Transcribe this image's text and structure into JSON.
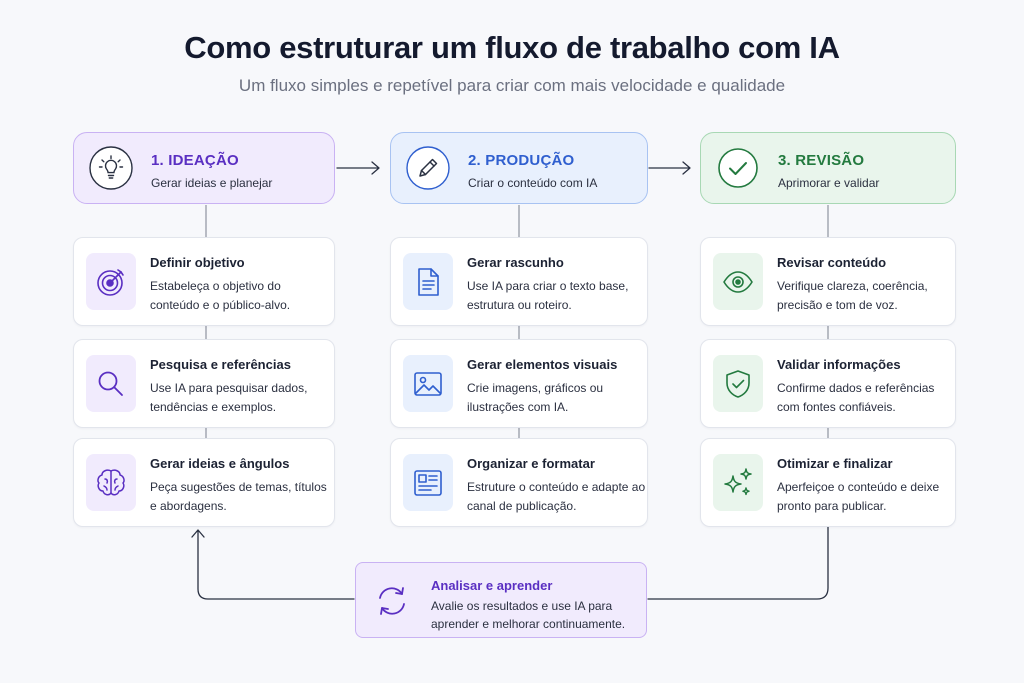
{
  "header": {
    "title": "Como estruturar um fluxo de trabalho com IA",
    "subtitle": "Um fluxo simples e repetível para criar com mais velocidade e qualidade"
  },
  "colors": {
    "ideation": "#5a2fc2",
    "production": "#2f5fcf",
    "review": "#237a3f"
  },
  "phases": [
    {
      "title": "1. IDEAÇÃO",
      "subtitle": "Gerar ideias e planejar",
      "icon": "lightbulb-icon",
      "steps": [
        {
          "title": "Definir objetivo",
          "description": "Estabeleça o objetivo do conteúdo e o público-alvo.",
          "icon": "target-icon"
        },
        {
          "title": "Pesquisa e referências",
          "description": "Use IA para pesquisar dados, tendências e exemplos.",
          "icon": "search-icon"
        },
        {
          "title": "Gerar ideias e ângulos",
          "description": "Peça sugestões de temas, títulos e abordagens.",
          "icon": "brain-icon"
        }
      ]
    },
    {
      "title": "2. PRODUÇÃO",
      "subtitle": "Criar o conteúdo com IA",
      "icon": "pencil-icon",
      "steps": [
        {
          "title": "Gerar rascunho",
          "description": "Use IA para criar o texto base, estrutura ou roteiro.",
          "icon": "document-icon"
        },
        {
          "title": "Gerar elementos visuais",
          "description": "Crie imagens, gráficos ou ilustrações com IA.",
          "icon": "image-icon"
        },
        {
          "title": "Organizar e formatar",
          "description": "Estruture o conteúdo e adapte ao canal de publicação.",
          "icon": "layout-icon"
        }
      ]
    },
    {
      "title": "3. REVISÃO",
      "subtitle": "Aprimorar e validar",
      "icon": "check-circle-icon",
      "steps": [
        {
          "title": "Revisar conteúdo",
          "description": "Verifique clareza, coerência, precisão e tom de voz.",
          "icon": "eye-icon"
        },
        {
          "title": "Validar informações",
          "description": "Confirme dados e referências com fontes confiáveis.",
          "icon": "shield-check-icon"
        },
        {
          "title": "Otimizar e finalizar",
          "description": "Aperfeiçoe o conteúdo e deixe pronto para publicar.",
          "icon": "sparkles-icon"
        }
      ]
    }
  ],
  "feedback": {
    "title": "Analisar e aprender",
    "description": "Avalie os resultados e use IA para aprender e melhorar continuamente.",
    "icon": "refresh-cycle-icon"
  }
}
